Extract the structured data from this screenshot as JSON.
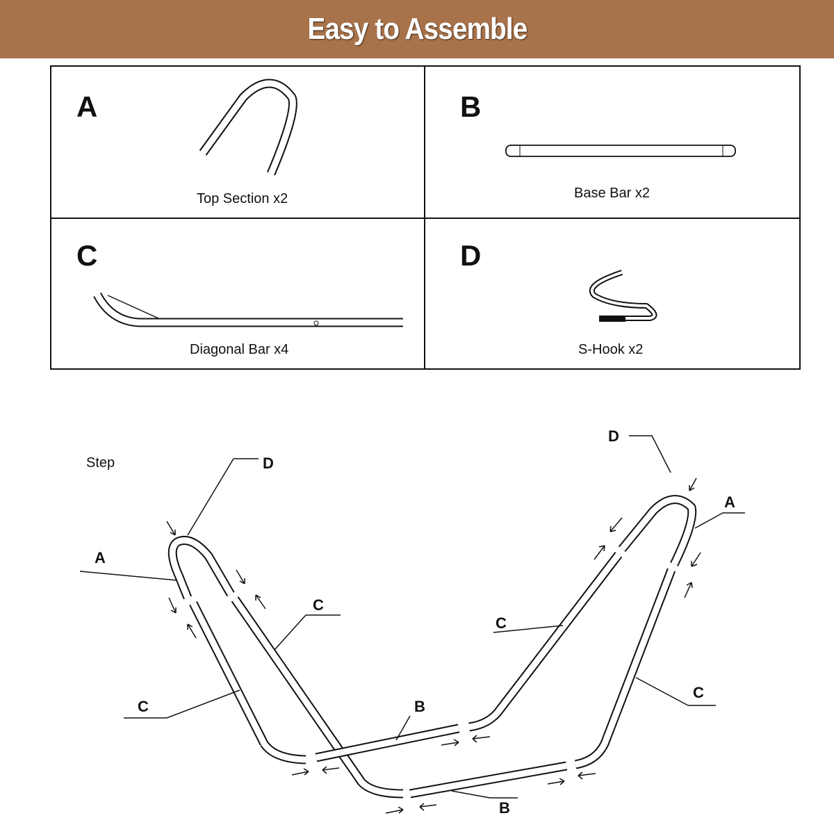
{
  "header": {
    "title": "Easy to Assemble",
    "background": "#A8734B"
  },
  "parts": [
    {
      "letter": "A",
      "label": "Top Section x2"
    },
    {
      "letter": "B",
      "label": "Base Bar  x2"
    },
    {
      "letter": "C",
      "label": "Diagonal Bar  x4"
    },
    {
      "letter": "D",
      "label": "S-Hook   x2"
    }
  ],
  "assembly": {
    "step_label": "Step",
    "callouts": {
      "d_left": "D",
      "a_left": "A",
      "c_left_inner": "C",
      "c_left_outer": "C",
      "b_front": "B",
      "b_back": "B",
      "d_right": "D",
      "a_right": "A",
      "c_right_inner": "C",
      "c_right_outer": "C"
    }
  }
}
